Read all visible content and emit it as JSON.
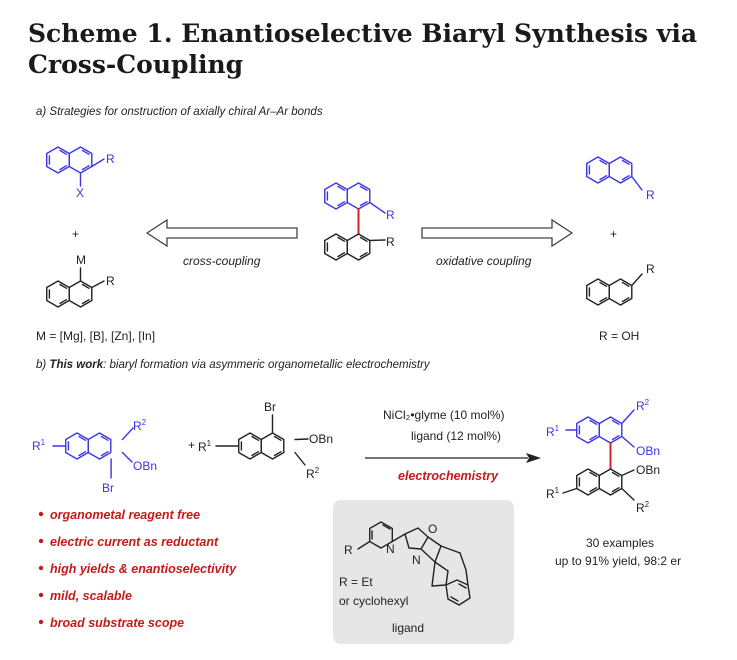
{
  "title": "Scheme 1. Enantioselective Biaryl Synthesis via Cross-Coupling",
  "part_a": {
    "heading": "a) Strategies for onstruction of axially chiral Ar–Ar bonds",
    "left_arrow_label": "cross-coupling",
    "right_arrow_label": "oxidative coupling",
    "left_caption": "M = [Mg], [B], [Zn], [In]",
    "right_caption": "R = OH",
    "atom_R": "R",
    "atom_X": "X",
    "atom_M": "M",
    "plus": "+"
  },
  "part_b": {
    "heading_bold": "This work",
    "heading_prefix": "b) ",
    "heading_rest": ": biaryl formation via asymmeric organometallic electrochemistry",
    "condition_1": "NiCl₂•glyme (10 mol%)",
    "condition_2": "ligand (12 mol%)",
    "condition_3": "electrochemistry",
    "atom_R1": "R",
    "atom_R2": "R",
    "sup_1": "1",
    "sup_2": "2",
    "atom_OBn": "OBn",
    "atom_Br": "Br",
    "plus": "+",
    "bullets": [
      "organometal reagent free",
      "electric current as reductant",
      "high yields & enantioselectivity",
      "mild, scalable",
      "broad substrate scope"
    ],
    "ligand_R_def_1": "R = Et",
    "ligand_R_def_2": "or cyclohexyl",
    "ligand_label": "ligand",
    "ligand_atom_R": "R",
    "ligand_atom_N1": "N",
    "ligand_atom_N2": "N",
    "ligand_atom_O": "O",
    "result_1": "30 examples",
    "result_2": "up to 91% yield, 98:2 er"
  },
  "colors": {
    "blue": "#3b36e8",
    "red": "#c41a1a",
    "ligand_box": "#e6e6e6"
  }
}
